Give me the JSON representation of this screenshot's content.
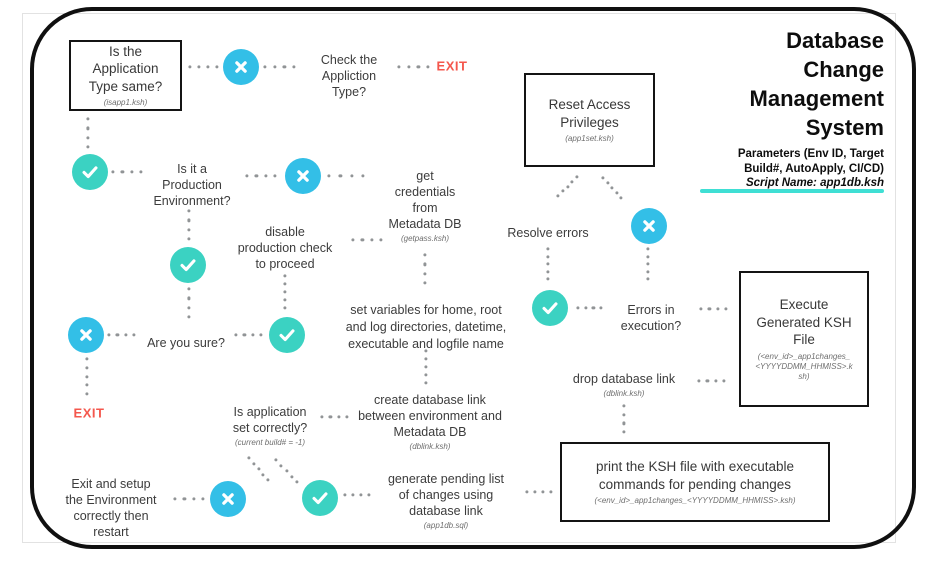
{
  "title": {
    "main": "Database\nChange\nManagement\nSystem",
    "params": "Parameters (Env ID, Target\nBuild#, AutoApply, CI/CD)",
    "script_name": "Script Name: app1db.ksh"
  },
  "labels": {
    "exit": "EXIT"
  },
  "nodes": {
    "is_app_type_same": {
      "text": "Is the\nApplication\nType same?",
      "caption": "(isapp1.ksh)"
    },
    "check_app_type": {
      "text": "Check the\nAppliction\nType?"
    },
    "is_production": {
      "text": "Is it a\nProduction\nEnvironment?"
    },
    "get_credentials": {
      "text": "get\ncredentials\nfrom\nMetadata DB",
      "caption": "(getpass.ksh)"
    },
    "disable_prod_check": {
      "text": "disable\nproduction check\nto proceed"
    },
    "are_you_sure": {
      "text": "Are you sure?"
    },
    "set_variables": {
      "text": "set variables for home, root\nand log directories, datetime,\nexecutable and logfile name"
    },
    "create_db_link": {
      "text": "create database link\nbetween environment and\nMetadata DB",
      "caption": "(dblink.ksh)"
    },
    "is_app_set": {
      "text": "Is application\nset correctly?",
      "caption": "(current build# = -1)"
    },
    "exit_setup": {
      "text": "Exit and setup\nthe Environment\ncorrectly then\nrestart"
    },
    "generate_pending": {
      "text": "generate pending list\nof changes using\ndatabase link",
      "caption": "(app1db.sql)"
    },
    "print_ksh": {
      "text": "print the KSH file with executable\ncommands for pending changes",
      "caption": "(<env_id>_app1changes_<YYYYDDMM_HHMISS>.ksh)"
    },
    "drop_db_link": {
      "text": "drop database link",
      "caption": "(dblink.ksh)"
    },
    "execute_ksh": {
      "text": "Execute\nGenerated KSH\nFile",
      "caption": "(<env_id>_app1changes_\n<YYYYDDMM_HHMISS>.k\nsh)"
    },
    "errors_execution": {
      "text": "Errors in\nexecution?"
    },
    "resolve_errors": {
      "text": "Resolve errors"
    },
    "reset_access": {
      "text": "Reset Access\nPrivileges",
      "caption": "(app1set.ksh)"
    }
  },
  "icons": {
    "check": "check-mark",
    "cross": "x-mark"
  },
  "colors": {
    "check_circle": "#3bd2c2",
    "cross_circle": "#33bfe7",
    "exit_text": "#f4574d",
    "accent_underline": "#3fdfd4",
    "connector_dots": "#919496",
    "border": "#101010"
  }
}
